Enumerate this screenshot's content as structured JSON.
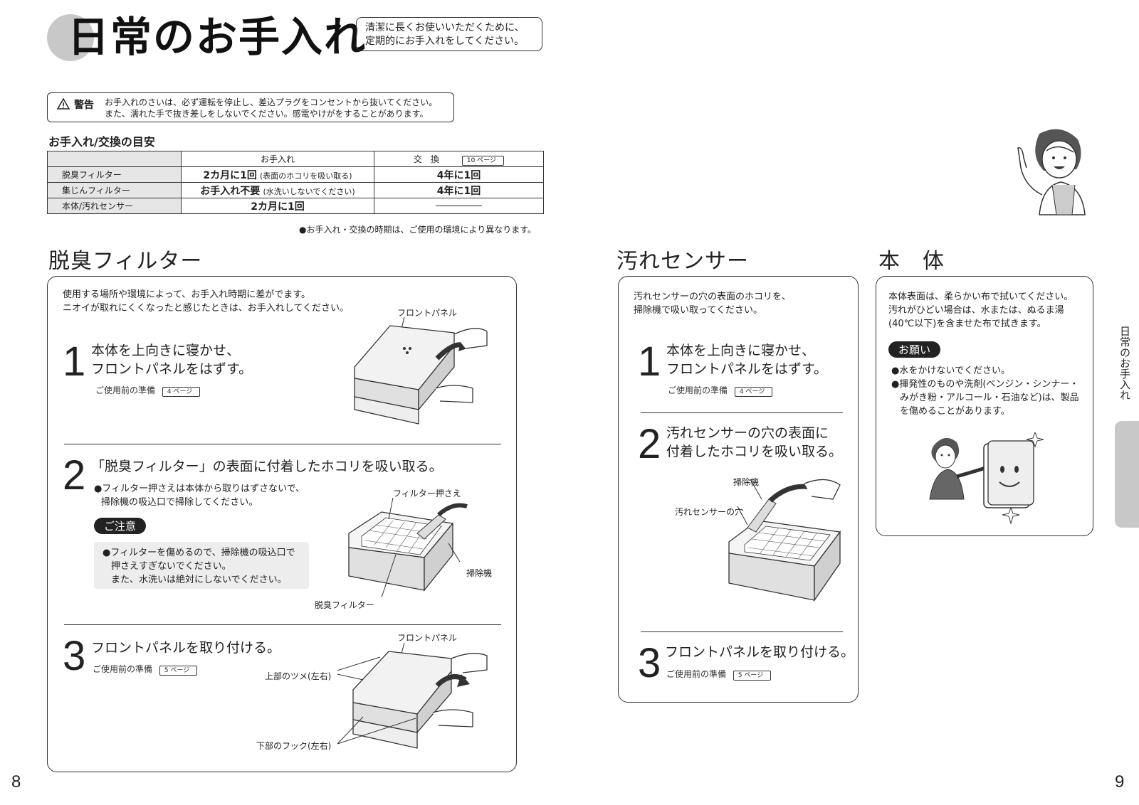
{
  "header": {
    "title": "日常のお手入れ",
    "subtitle_line1": "清潔に長くお使いいただくために、",
    "subtitle_line2": "定期的にお手入れをしてください。"
  },
  "warning": {
    "label": "警告",
    "line1": "お手入れのさいは、必ず運転を停止し、差込プラグをコンセントから抜いてください。",
    "line2": "また、濡れた手で抜き差しをしないでください。感電やけがをすることがあります。"
  },
  "schedule": {
    "title": "お手入れ/交換の目安",
    "col_care": "お手入れ",
    "col_replace": "交　換",
    "col_replace_ref": "10 ページ",
    "rows": [
      {
        "name": "脱臭フィルター",
        "care_main": "2カ月に1回",
        "care_note": "(表面のホコリを吸い取る)",
        "replace": "4年に1回"
      },
      {
        "name": "集じんフィルター",
        "care_main": "お手入れ不要",
        "care_note": "(水洗いしないでください)",
        "replace": "4年に1回"
      },
      {
        "name": "本体/汚れセンサー",
        "care_main": "2カ月に1回",
        "care_note": "",
        "replace": "―――――"
      }
    ],
    "note": "●お手入れ・交換の時期は、ご使用の環境により異なります。"
  },
  "deodorize": {
    "title": "脱臭フィルター",
    "intro1": "使用する場所や環境によって、お手入れ時期に差がでます。",
    "intro2": "ニオイが取れにくくなったと感じたときは、お手入れしてください。",
    "step1": {
      "num": "1",
      "line1": "本体を上向きに寝かせ、",
      "line2": "フロントパネルをはずす。",
      "prep": "ご使用前の準備",
      "ref": "4 ページ",
      "fig_label": "フロントパネル"
    },
    "step2": {
      "num": "2",
      "line1": "「脱臭フィルター」の表面に付着したホコリを吸い取る。",
      "bullet1": "●フィルター押さえは本体から取りはずさないで、",
      "bullet2": "掃除機の吸込口で掃除してください。",
      "caution_label": "ご注意",
      "caution1": "●フィルターを傷めるので、掃除機の吸込口で",
      "caution2": "押さえすぎないでください。",
      "caution3": "また、水洗いは絶対にしないでください。",
      "fig_label1": "フィルター押さえ",
      "fig_label2": "掃除機",
      "fig_label3": "脱臭フィルター"
    },
    "step3": {
      "num": "3",
      "line1": "フロントパネルを取り付ける。",
      "prep": "ご使用前の準備",
      "ref": "5 ページ",
      "fig_label1": "フロントパネル",
      "fig_label2": "上部のツメ(左右)",
      "fig_label3": "下部のフック(左右)"
    }
  },
  "sensor": {
    "title": "汚れセンサー",
    "intro1": "汚れセンサーの穴の表面のホコリを、",
    "intro2": "掃除機で吸い取ってください。",
    "step1": {
      "num": "1",
      "line1": "本体を上向きに寝かせ、",
      "line2": "フロントパネルをはずす。",
      "prep": "ご使用前の準備",
      "ref": "4 ページ"
    },
    "step2": {
      "num": "2",
      "line1": "汚れセンサーの穴の表面に",
      "line2": "付着したホコリを吸い取る。",
      "fig_label1": "掃除機",
      "fig_label2": "汚れセンサーの穴"
    },
    "step3": {
      "num": "3",
      "line1": "フロントパネルを取り付ける。",
      "prep": "ご使用前の準備",
      "ref": "5 ページ"
    }
  },
  "body": {
    "title": "本　体",
    "intro1": "本体表面は、柔らかい布で拭いてください。",
    "intro2": "汚れがひどい場合は、水または、ぬるま湯",
    "intro3": "(40℃以下)を含ませた布で拭きます。",
    "request_label": "お願い",
    "bullet1": "●水をかけないでください。",
    "bullet2": "●揮発性のものや洗剤(ベンジン・シンナー・",
    "bullet3": "みがき粉・アルコール・石油など)は、製品",
    "bullet4": "を傷めることがあります。"
  },
  "side_tab": "日常のお手入れ",
  "page_left": "8",
  "page_right": "9"
}
